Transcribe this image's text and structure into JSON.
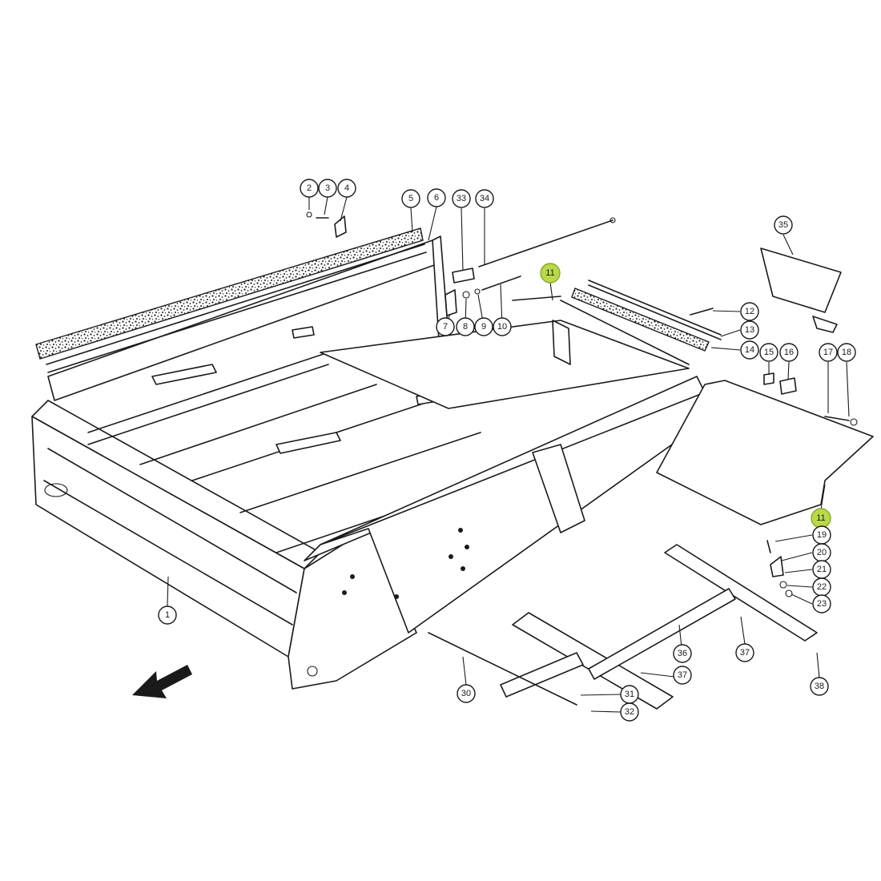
{
  "callouts": [
    {
      "id": "c1",
      "label": "1"
    },
    {
      "id": "c2",
      "label": "2"
    },
    {
      "id": "c3",
      "label": "3"
    },
    {
      "id": "c4",
      "label": "4"
    },
    {
      "id": "c5",
      "label": "5"
    },
    {
      "id": "c6",
      "label": "6"
    },
    {
      "id": "c7",
      "label": "7"
    },
    {
      "id": "c8",
      "label": "8"
    },
    {
      "id": "c9",
      "label": "9"
    },
    {
      "id": "c10",
      "label": "10"
    },
    {
      "id": "c11a",
      "label": "11",
      "highlight": true
    },
    {
      "id": "c11b",
      "label": "11",
      "highlight": true
    },
    {
      "id": "c12",
      "label": "12"
    },
    {
      "id": "c13",
      "label": "13"
    },
    {
      "id": "c14",
      "label": "14"
    },
    {
      "id": "c15",
      "label": "15"
    },
    {
      "id": "c16",
      "label": "16"
    },
    {
      "id": "c17",
      "label": "17"
    },
    {
      "id": "c18",
      "label": "18"
    },
    {
      "id": "c19",
      "label": "19"
    },
    {
      "id": "c20",
      "label": "20"
    },
    {
      "id": "c21",
      "label": "21"
    },
    {
      "id": "c22",
      "label": "22"
    },
    {
      "id": "c23",
      "label": "23"
    },
    {
      "id": "c30",
      "label": "30"
    },
    {
      "id": "c31",
      "label": "31"
    },
    {
      "id": "c32",
      "label": "32"
    },
    {
      "id": "c33",
      "label": "33"
    },
    {
      "id": "c34",
      "label": "34"
    },
    {
      "id": "c35",
      "label": "35"
    },
    {
      "id": "c36",
      "label": "36"
    },
    {
      "id": "c37a",
      "label": "37"
    },
    {
      "id": "c37b",
      "label": "37"
    },
    {
      "id": "c38",
      "label": "38"
    }
  ],
  "colors": {
    "line": "#1a1a1a",
    "highlight": "#b9d94a",
    "background": "#ffffff"
  },
  "icons": {
    "direction": "direction-arrow-icon"
  }
}
